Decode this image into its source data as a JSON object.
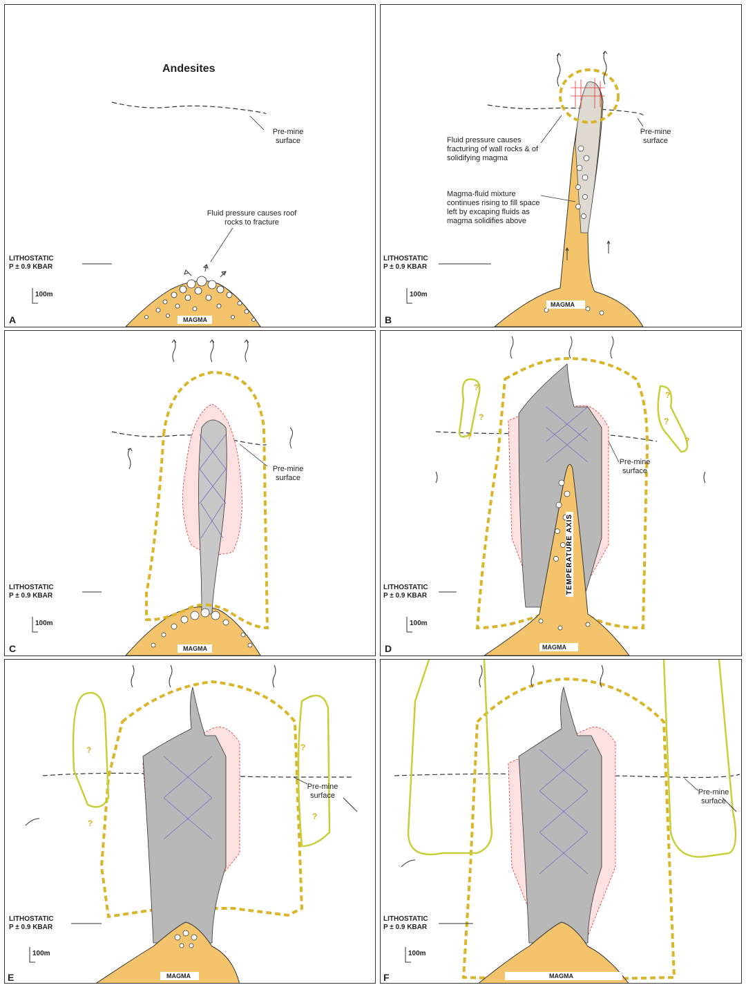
{
  "panels": [
    {
      "letter": "A",
      "title": "Andesites",
      "note": "Fluid pressure causes roof rocks to fracture",
      "surface_label": "Pre-mine surface",
      "magma_label": "MAGMA"
    },
    {
      "letter": "B",
      "note1": "Fluid pressure causes fracturing of wall rocks & of solidifying magma",
      "note2": "Magma-fluid mixture continues rising to fill space left by excaping fluids as magma solidifies above",
      "surface_label": "Pre-mine surface",
      "magma_label": "MAGMA"
    },
    {
      "letter": "C",
      "surface_label": "Pre-mine surface",
      "magma_label": "MAGMA"
    },
    {
      "letter": "D",
      "surface_label": "Pre-mine surface",
      "magma_label": "MAGMA",
      "axis_label": "TEMPERATURE AXIS"
    },
    {
      "letter": "E",
      "surface_label": "Pre-mine surface",
      "magma_label": "MAGMA"
    },
    {
      "letter": "F",
      "surface_label": "Pre-mine surface",
      "magma_label": "MAGMA"
    }
  ],
  "lithostatic": {
    "line1": "LITHOSTATIC",
    "line2": "P ± 0.9 KBAR"
  },
  "scale_bar": "100m",
  "question_mark": "?",
  "colors": {
    "magma": "#f3c46b",
    "halo": "#d8b52a",
    "outer_halo": "#c5cf3a",
    "stockwork_red": "#e03030",
    "stockwork_purple": "#7060c0",
    "breccia_grey": "#a8a8a8"
  }
}
